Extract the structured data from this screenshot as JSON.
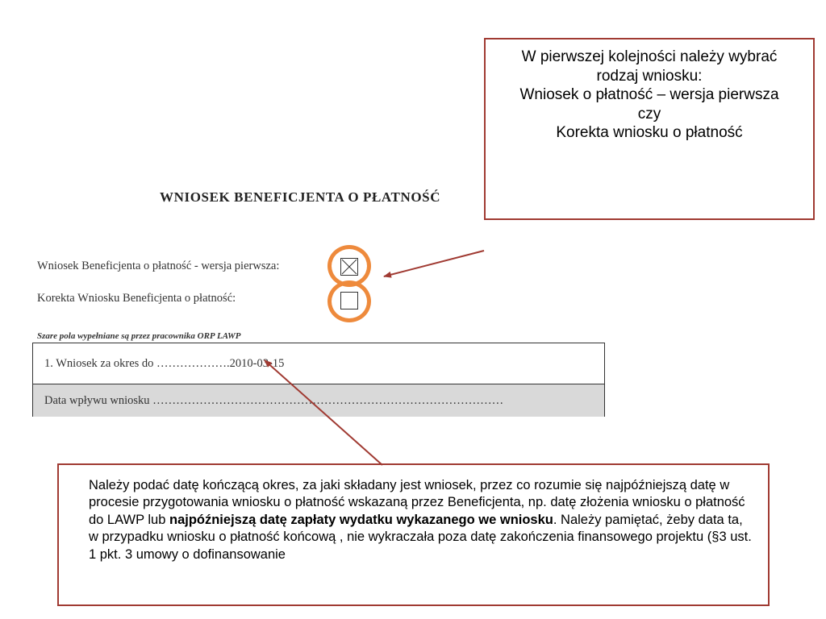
{
  "top_callout": {
    "line1": "W pierwszej kolejności należy wybrać",
    "line2": "rodzaj wniosku:",
    "line3": "Wniosek o płatność – wersja pierwsza",
    "line4": "czy",
    "line5": "Korekta wniosku o płatność"
  },
  "form": {
    "title": "WNIOSEK BENEFICJENTA O PŁATNOŚĆ",
    "option1_label": "Wniosek Beneficjenta o płatność - wersja pierwsza:",
    "option1_checked": true,
    "option2_label": "Korekta Wniosku Beneficjenta o płatność:",
    "option2_checked": false,
    "note": "Szare pola wypełniane są przez pracownika ORP LAWP",
    "row1_text": "1. Wniosek za okres do ……………….2010-03-15",
    "row2_text": "Data wpływu wniosku ………………………………………………………………………………"
  },
  "bottom_callout": {
    "text_part1": "Należy podać datę kończącą okres, za jaki składany jest wniosek, przez co rozumie się najpóźniejszą datę w procesie przygotowania wniosku o płatność wskazaną przez Beneficjenta, np. datę złożenia wniosku o płatność do LAWP lub ",
    "text_bold": "najpóźniejszą datę zapłaty wydatku wykazanego we wniosku",
    "text_part2": ". Należy pamiętać, żeby data ta, w przypadku wniosku o płatność końcową , nie wykraczała poza datę zakończenia finansowego projektu (§3 ust. 1 pkt. 3 umowy o dofinansowanie"
  },
  "colors": {
    "callout_border": "#a03a32",
    "arrow": "#a03a32",
    "highlight_ring": "#ee8a3c",
    "gray_field": "#d9d9d9"
  }
}
